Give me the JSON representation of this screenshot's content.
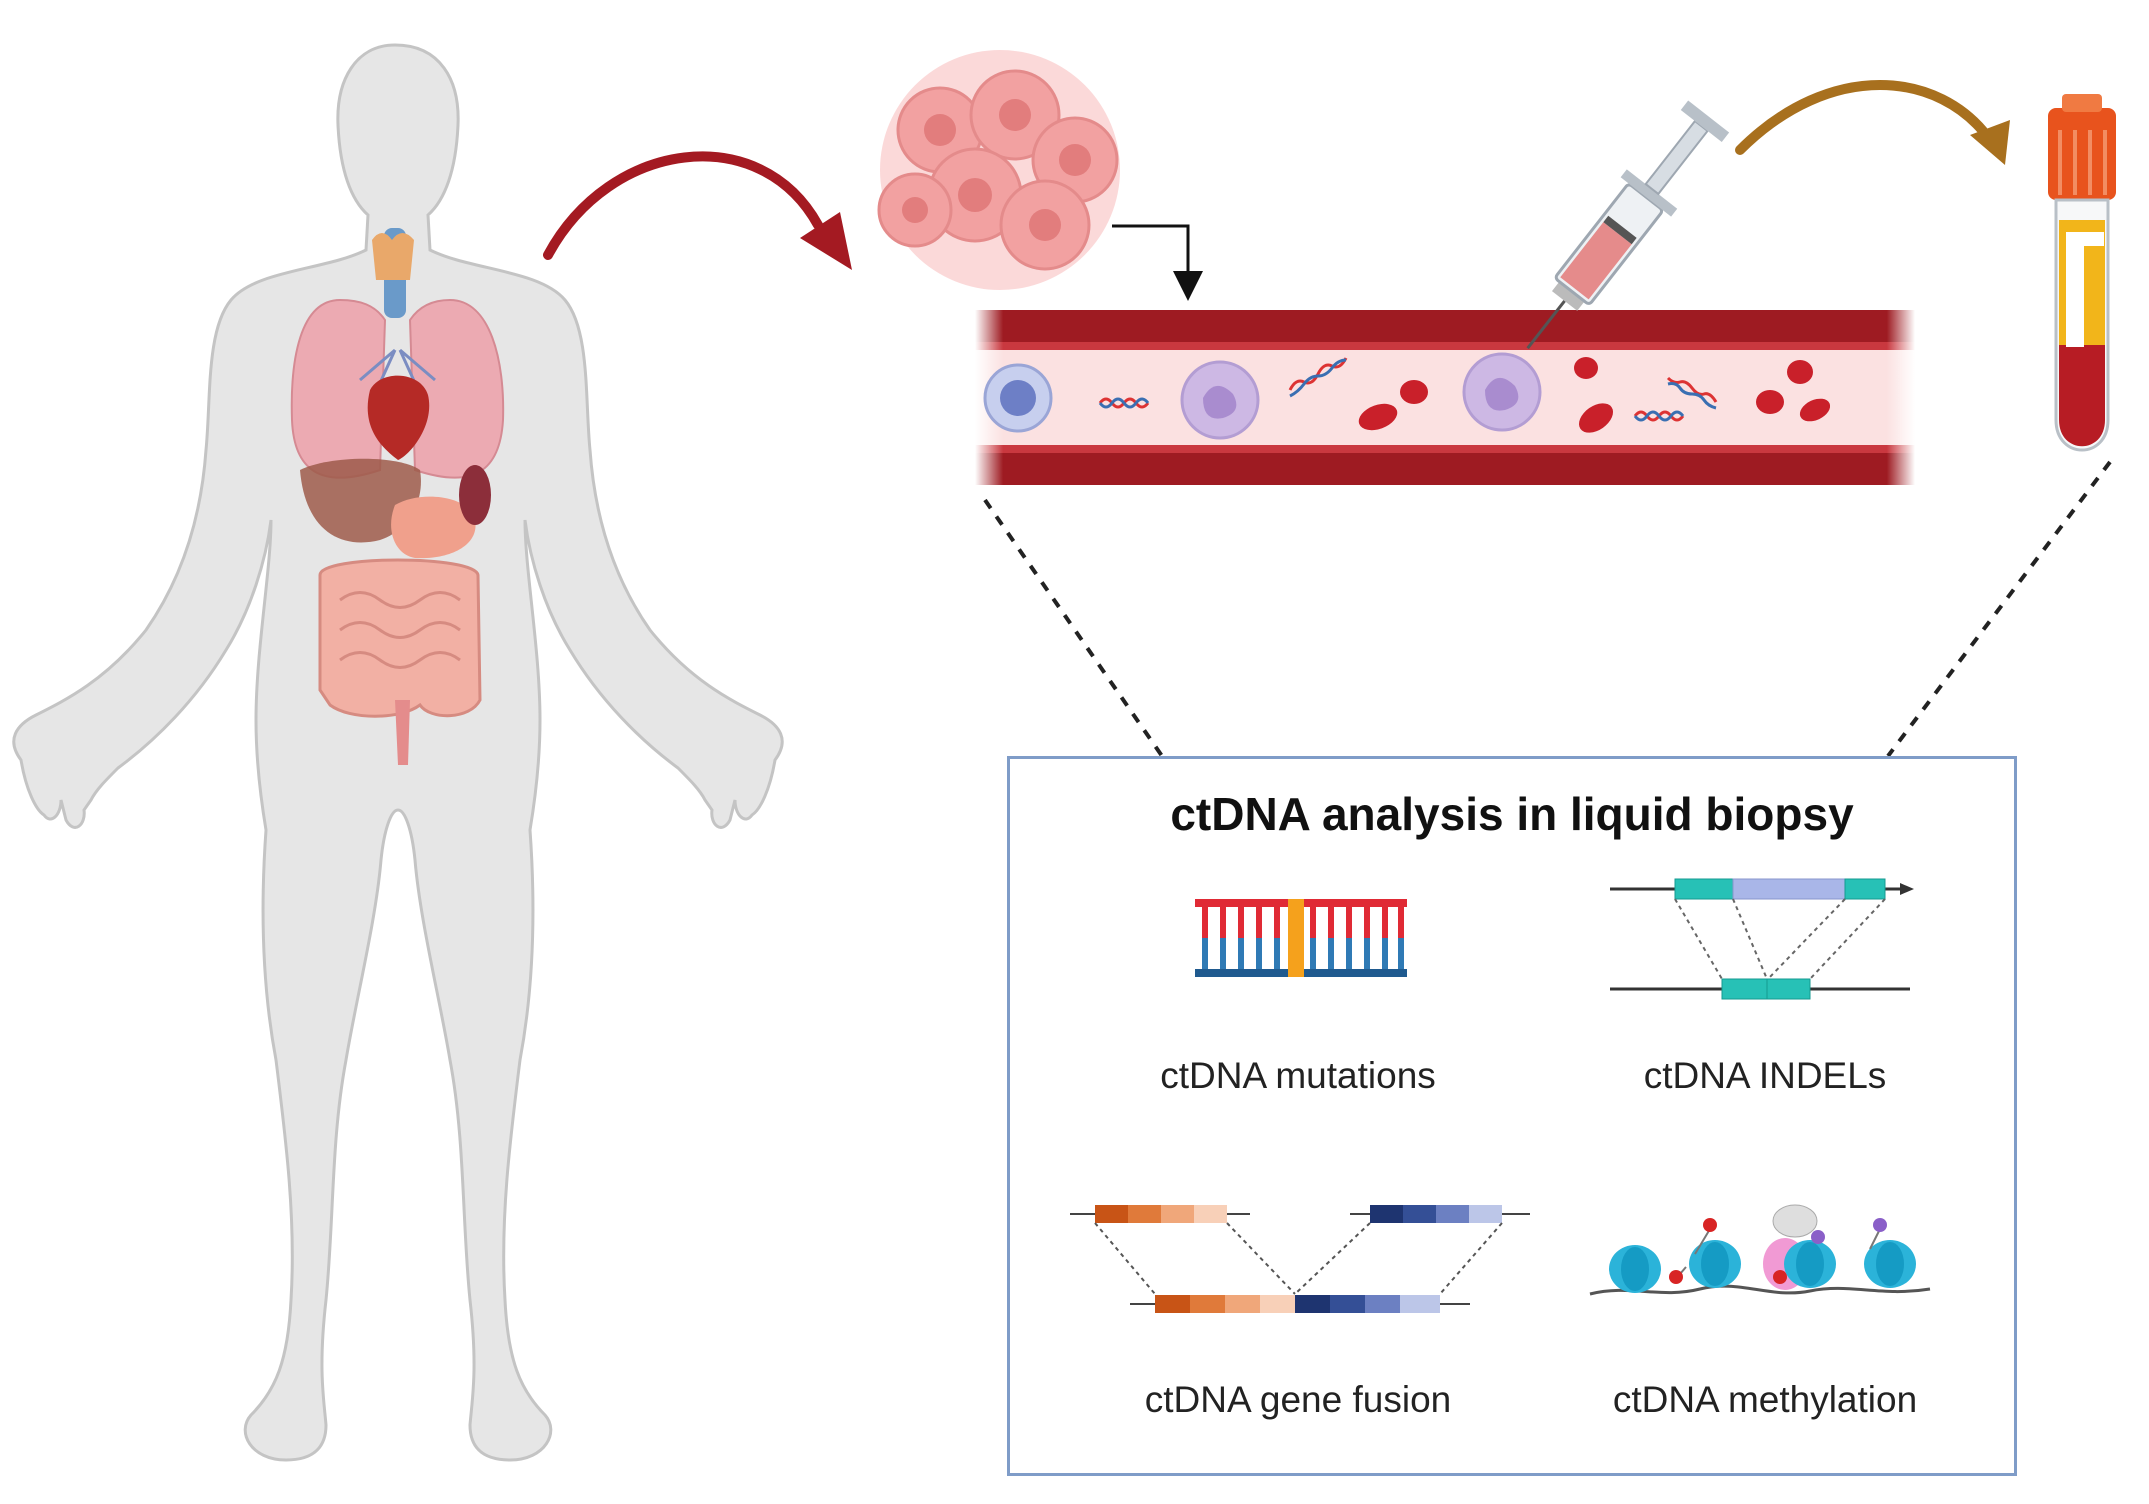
{
  "panel": {
    "title": "ctDNA analysis in liquid biopsy",
    "items": [
      {
        "label": "ctDNA mutations"
      },
      {
        "label": "ctDNA INDELs"
      },
      {
        "label": "ctDNA gene fusion"
      },
      {
        "label": "ctDNA methylation"
      }
    ]
  },
  "colors": {
    "vessel_wall": "#9e1b22",
    "plasma": "#fbe1e1",
    "panel_border": "#7f9cc8",
    "arrow_red": "#a41a22",
    "arrow_brown": "#a8701e",
    "tube_cap": "#e8531d",
    "serum": "#f2b51a",
    "blood": "#b71c24"
  },
  "icons": [
    "human-body-icon",
    "tumor-cluster-icon",
    "blood-vessel-icon",
    "syringe-icon",
    "blood-tube-icon",
    "dna-mutation-icon",
    "indel-icon",
    "gene-fusion-icon",
    "methylation-icon"
  ]
}
